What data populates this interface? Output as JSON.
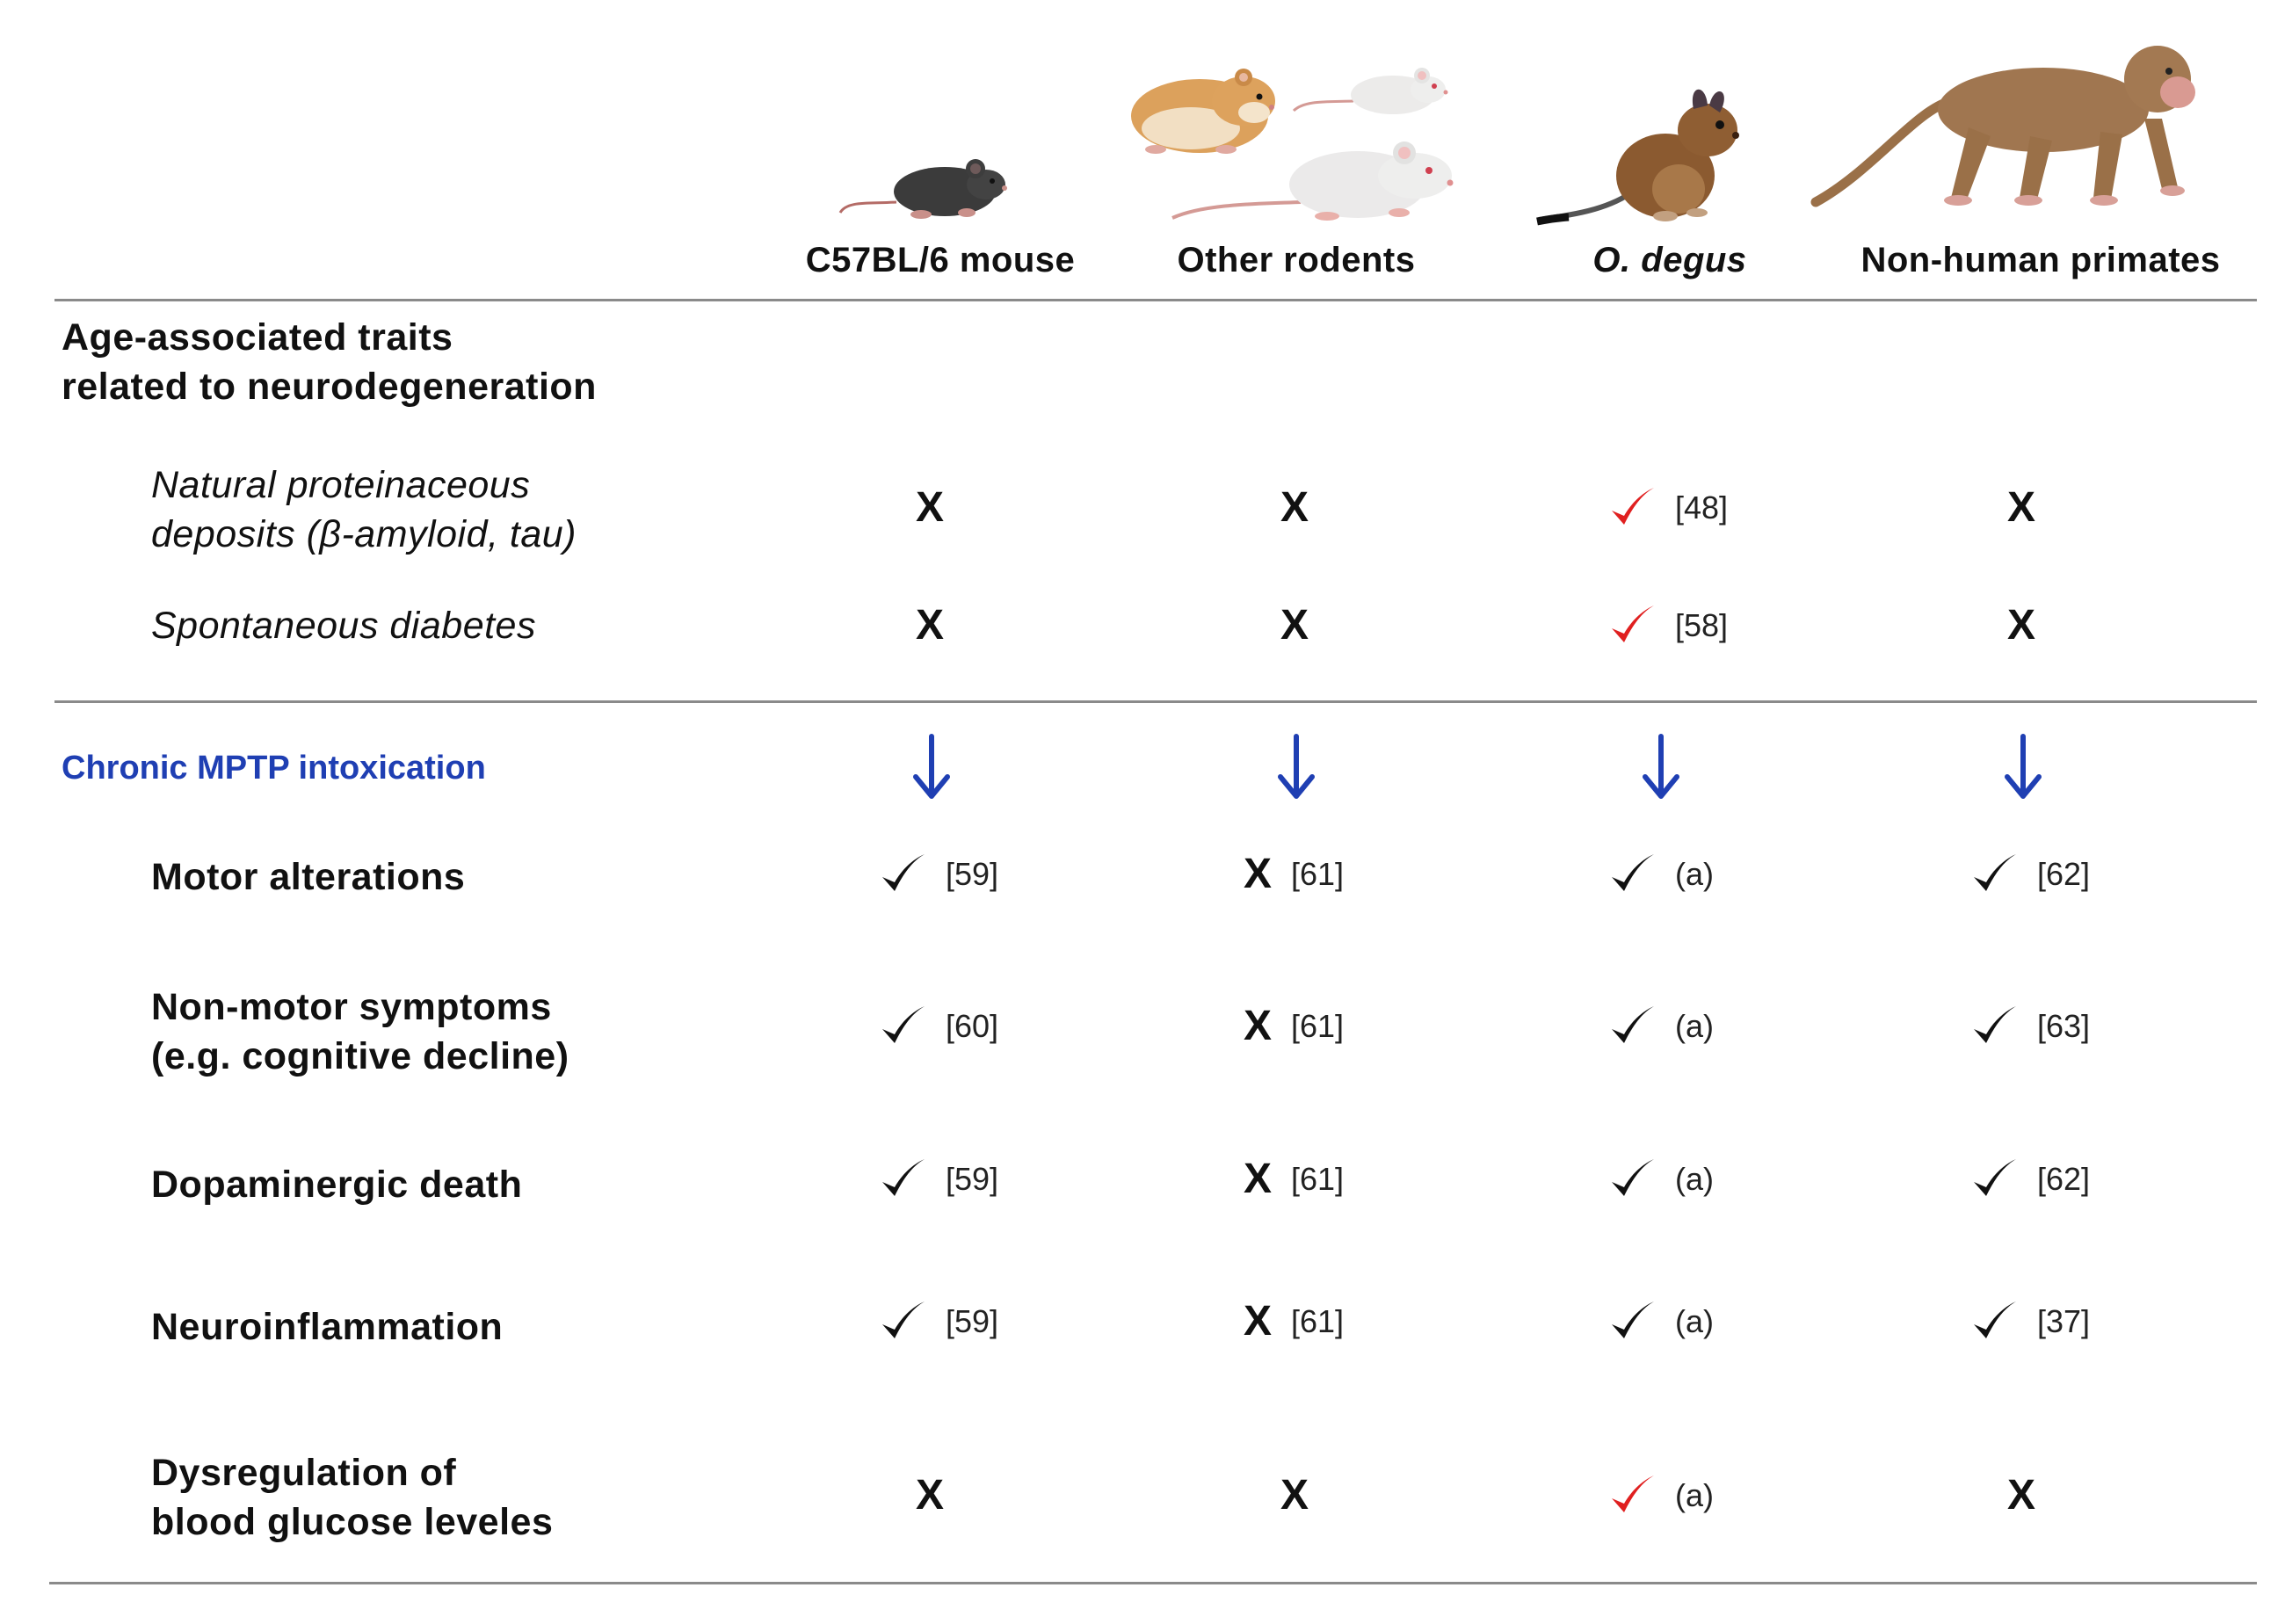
{
  "columns": [
    {
      "label": "C57BL/6 mouse",
      "italic": false
    },
    {
      "label": "Other rodents",
      "italic": false
    },
    {
      "label": "O. degus",
      "italic": true
    },
    {
      "label": "Non-human primates",
      "italic": false
    }
  ],
  "section1": {
    "title_line1": "Age-associated traits",
    "title_line2": "related to neurodegeneration",
    "rows": [
      {
        "label_line1": "Natural proteinaceous",
        "label_line2": "deposits (β-amyloid, tau)",
        "cells": [
          {
            "mark": "X",
            "ref": ""
          },
          {
            "mark": "X",
            "ref": ""
          },
          {
            "mark": "check-red",
            "ref": "[48]"
          },
          {
            "mark": "X",
            "ref": ""
          }
        ]
      },
      {
        "label_line1": "Spontaneous diabetes",
        "label_line2": "",
        "cells": [
          {
            "mark": "X",
            "ref": ""
          },
          {
            "mark": "X",
            "ref": ""
          },
          {
            "mark": "check-red",
            "ref": "[58]"
          },
          {
            "mark": "X",
            "ref": ""
          }
        ]
      }
    ]
  },
  "section2": {
    "title": "Chronic MPTP intoxication",
    "rows": [
      {
        "label_line1": "Motor  alterations",
        "label_line2": "",
        "cells": [
          {
            "mark": "check",
            "ref": "[59]"
          },
          {
            "mark": "X",
            "ref": "[61]"
          },
          {
            "mark": "check",
            "ref": "(a)"
          },
          {
            "mark": "check",
            "ref": "[62]"
          }
        ]
      },
      {
        "label_line1": "Non-motor  symptoms",
        "label_line2": "(e.g. cognitive decline)",
        "cells": [
          {
            "mark": "check",
            "ref": "[60]"
          },
          {
            "mark": "X",
            "ref": "[61]"
          },
          {
            "mark": "check",
            "ref": "(a)"
          },
          {
            "mark": "check",
            "ref": "[63]"
          }
        ]
      },
      {
        "label_line1": "Dopaminergic  death",
        "label_line2": "",
        "cells": [
          {
            "mark": "check",
            "ref": "[59]"
          },
          {
            "mark": "X",
            "ref": "[61]"
          },
          {
            "mark": "check",
            "ref": "(a)"
          },
          {
            "mark": "check",
            "ref": "[62]"
          }
        ]
      },
      {
        "label_line1": "Neuroinflammation",
        "label_line2": "",
        "cells": [
          {
            "mark": "check",
            "ref": "[59]"
          },
          {
            "mark": "X",
            "ref": "[61]"
          },
          {
            "mark": "check",
            "ref": "(a)"
          },
          {
            "mark": "check",
            "ref": "[37]"
          }
        ]
      },
      {
        "label_line1": "Dysregulation  of",
        "label_line2": "blood  glucose  leveles",
        "cells": [
          {
            "mark": "X",
            "ref": ""
          },
          {
            "mark": "X",
            "ref": ""
          },
          {
            "mark": "check-red",
            "ref": "(a)"
          },
          {
            "mark": "X",
            "ref": ""
          }
        ]
      }
    ]
  },
  "colors": {
    "text": "#111111",
    "check_red": "#e02020",
    "arrow_blue": "#1f3fb3",
    "section_blue": "#1f3fb3",
    "rule": "#8a8a8a"
  },
  "icons": [
    "mouse-icon",
    "hamster-icon",
    "rat-icon",
    "degu-icon",
    "primate-icon",
    "check-icon",
    "x-mark",
    "down-arrow-icon"
  ]
}
